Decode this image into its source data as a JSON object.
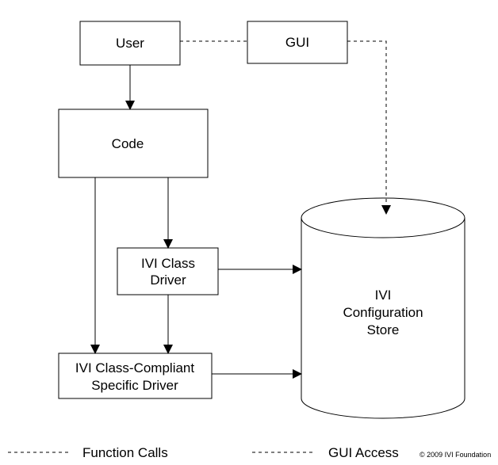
{
  "nodes": {
    "user": "User",
    "gui": "GUI",
    "code": "Code",
    "class_driver": [
      "IVI Class",
      "Driver"
    ],
    "specific_driver": [
      "IVI Class-Compliant",
      "Specific Driver"
    ],
    "store": [
      "IVI",
      "Configuration",
      "Store"
    ]
  },
  "legend": {
    "function_calls": "Function Calls",
    "gui_access": "GUI Access"
  },
  "copyright": "© 2009 IVI Foundation"
}
